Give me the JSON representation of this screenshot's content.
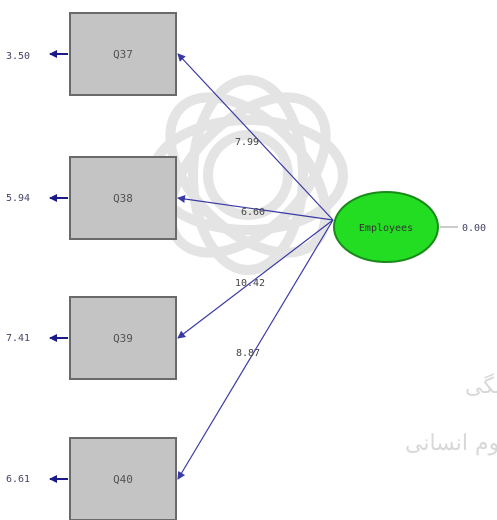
{
  "diagram": {
    "latent": {
      "label": "Employees",
      "variance_label": "0.00",
      "fill": "#22dd22",
      "stroke": "#1a8a1a"
    },
    "indicators": [
      {
        "label": "Q37",
        "error_label": "3.50",
        "loading_label": "7.99"
      },
      {
        "label": "Q38",
        "error_label": "5.94",
        "loading_label": "6.60"
      },
      {
        "label": "Q39",
        "error_label": "7.41",
        "loading_label": "10.42"
      },
      {
        "label": "Q40",
        "error_label": "6.61",
        "loading_label": "8.87"
      }
    ],
    "colors": {
      "box_fill": "#c4c4c4",
      "box_stroke": "#6a6a6a",
      "path": "#3a3aa6",
      "error_arrow": "#1a1a8a"
    }
  },
  "watermark": {
    "line1": "پژوهشگاه علوم انسانی و مطالعات فرهنگی",
    "line2": "پرتال جامع علوم انسانی"
  }
}
